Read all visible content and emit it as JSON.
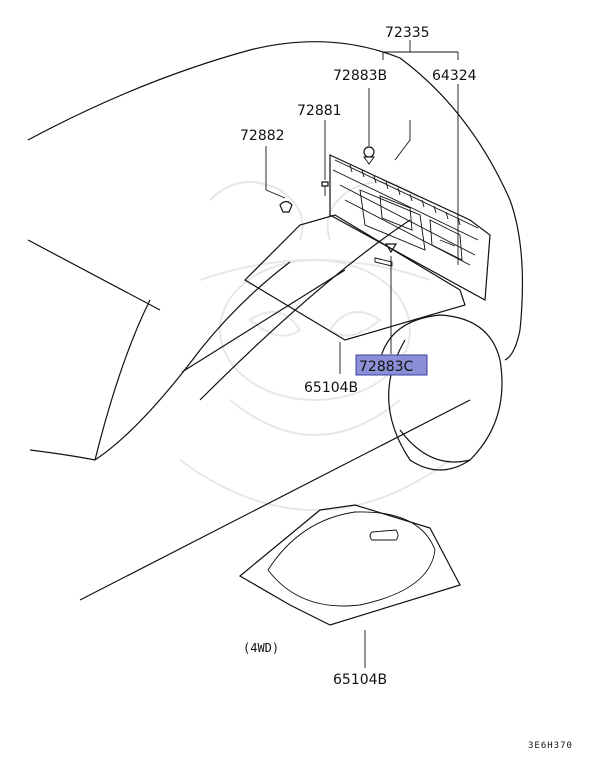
{
  "callouts": {
    "c72335": "72335",
    "c72883B": "72883B",
    "c64324": "64324",
    "c72881": "72881",
    "c72882": "72882",
    "c72883C": "72883C",
    "c65104B_upper": "65104B",
    "c65104B_lower": "65104B",
    "variant_4wd": "(4WD)"
  },
  "diagram_code": "3E6H370",
  "highlight_color": "#8a8fd6"
}
